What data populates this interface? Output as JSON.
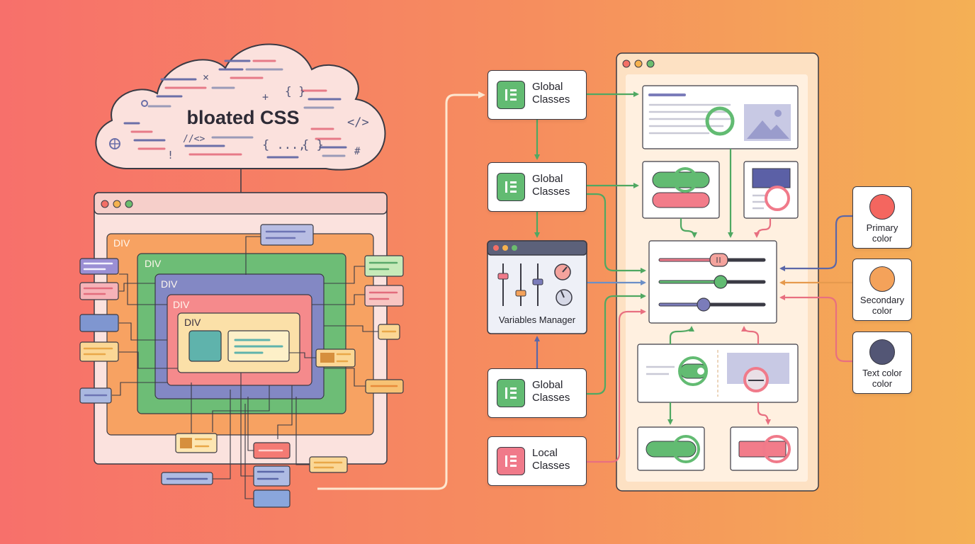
{
  "cloud": {
    "title": "bloated CSS",
    "glyphs": [
      "{ }",
      "</>",
      "{ ...,",
      "{ }",
      "//<>",
      "×",
      "+",
      "#",
      "!"
    ]
  },
  "nested_window": {
    "div_labels": [
      "DIV",
      "DIV",
      "DIV",
      "DIV",
      "DIV"
    ]
  },
  "class_cards": [
    {
      "label": "Global\nClasses",
      "kind": "global"
    },
    {
      "label": "Global\nClasses",
      "kind": "global"
    },
    {
      "label": "Global\nClasses",
      "kind": "global"
    },
    {
      "label": "Local\nClasses",
      "kind": "local"
    }
  ],
  "variables_manager": {
    "label": "Variables Manager"
  },
  "color_variables": [
    {
      "label": "Primary\ncolor",
      "color": "#f4665f"
    },
    {
      "label": "Secondary\ncolor",
      "color": "#f4a25a"
    },
    {
      "label": "Text color\ncolor",
      "color": "#535675"
    }
  ],
  "palette": {
    "background_left": "#f7716a",
    "background_right": "#f4ae55",
    "green": "#62bb72",
    "pink": "#f07a8a",
    "purple": "#7b7cba",
    "yellow": "#fbe3a8",
    "outline": "#3a3a44"
  }
}
